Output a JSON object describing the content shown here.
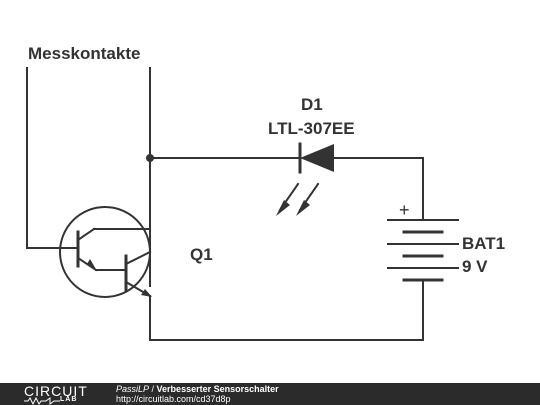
{
  "schematic": {
    "probe_label": "Messkontakte",
    "led": {
      "designator": "D1",
      "part": "LTL-307EE"
    },
    "battery": {
      "designator": "BAT1",
      "value": "9 V",
      "polarity": "+"
    },
    "transistor": {
      "designator": "Q1"
    },
    "wire_color": "#333333"
  },
  "footer": {
    "logo_word": "CIRCUIT",
    "logo_sub": "LAB",
    "author": "PassiLP",
    "separator": " / ",
    "title": "Verbesserter Sensorschalter",
    "url": "http://circuitlab.com/cd37d8p"
  }
}
